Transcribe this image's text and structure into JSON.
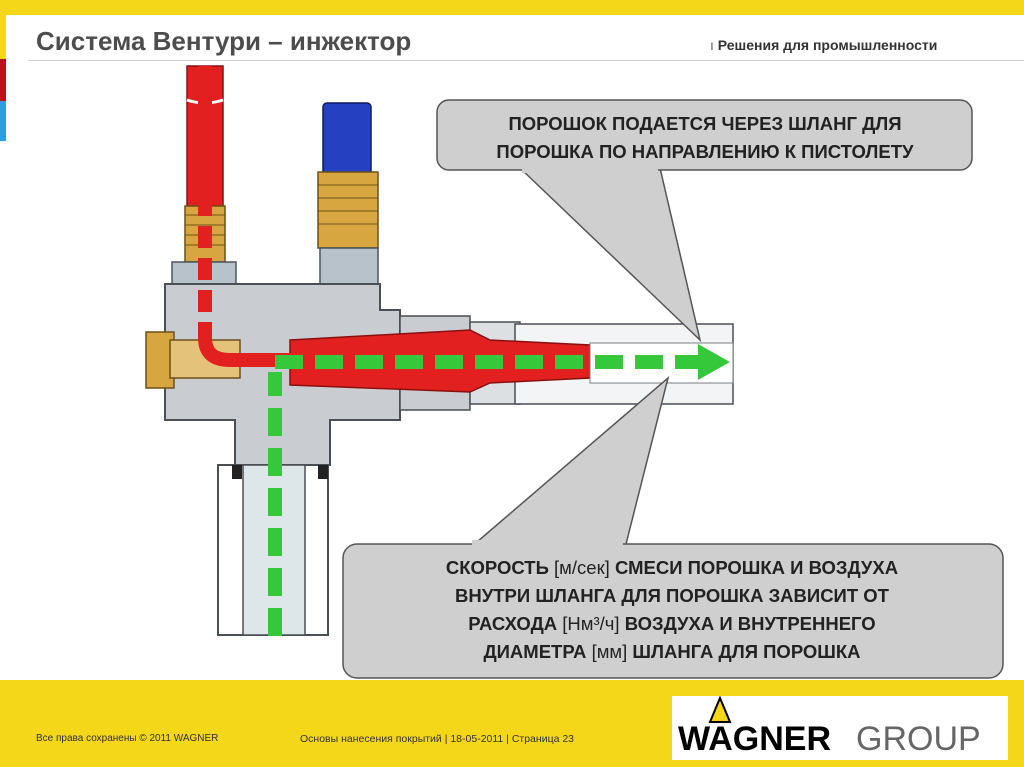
{
  "header": {
    "title": "Система Вентури – инжектор",
    "subtitle": "Решения для промышленности"
  },
  "callouts": {
    "top": {
      "line1": "ПОРОШОК ПОДАЕТСЯ ЧЕРЕЗ ШЛАНГ ДЛЯ",
      "line2": "ПОРОШКА ПО НАПРАВЛЕНИЮ К ПИСТОЛЕТУ"
    },
    "bottom": {
      "l1a": "СКОРОСТЬ",
      "l1b": "[м/сек]",
      "l1c": "СМЕСИ ПОРОШКА И ВОЗДУХА",
      "l2": "ВНУТРИ ШЛАНГА ДЛЯ ПОРОШКА ЗАВИСИТ ОТ",
      "l3a": "РАСХОДА",
      "l3b": "[Нм³/ч]",
      "l3c": "ВОЗДУХА И ВНУТРЕННЕГО",
      "l4a": "ДИАМЕТРА",
      "l4b": "[мм]",
      "l4c": "ШЛАНГА ДЛЯ ПОРОШКА"
    }
  },
  "footer": {
    "copyright": "Все права сохранены © 2011 WAGNER",
    "center": "Основы нанесения покрытий | 18-05-2011 | Страница 23",
    "logo_bold": "WAGNER",
    "logo_light": "GROUP"
  },
  "colors": {
    "accent_yellow": "#f5d71a",
    "powder_red": "#e32020",
    "air_green": "#35c83a",
    "air_hose_blue": "#2540c0",
    "body_grey": "#c9ccd0",
    "brass": "#d8a640"
  }
}
